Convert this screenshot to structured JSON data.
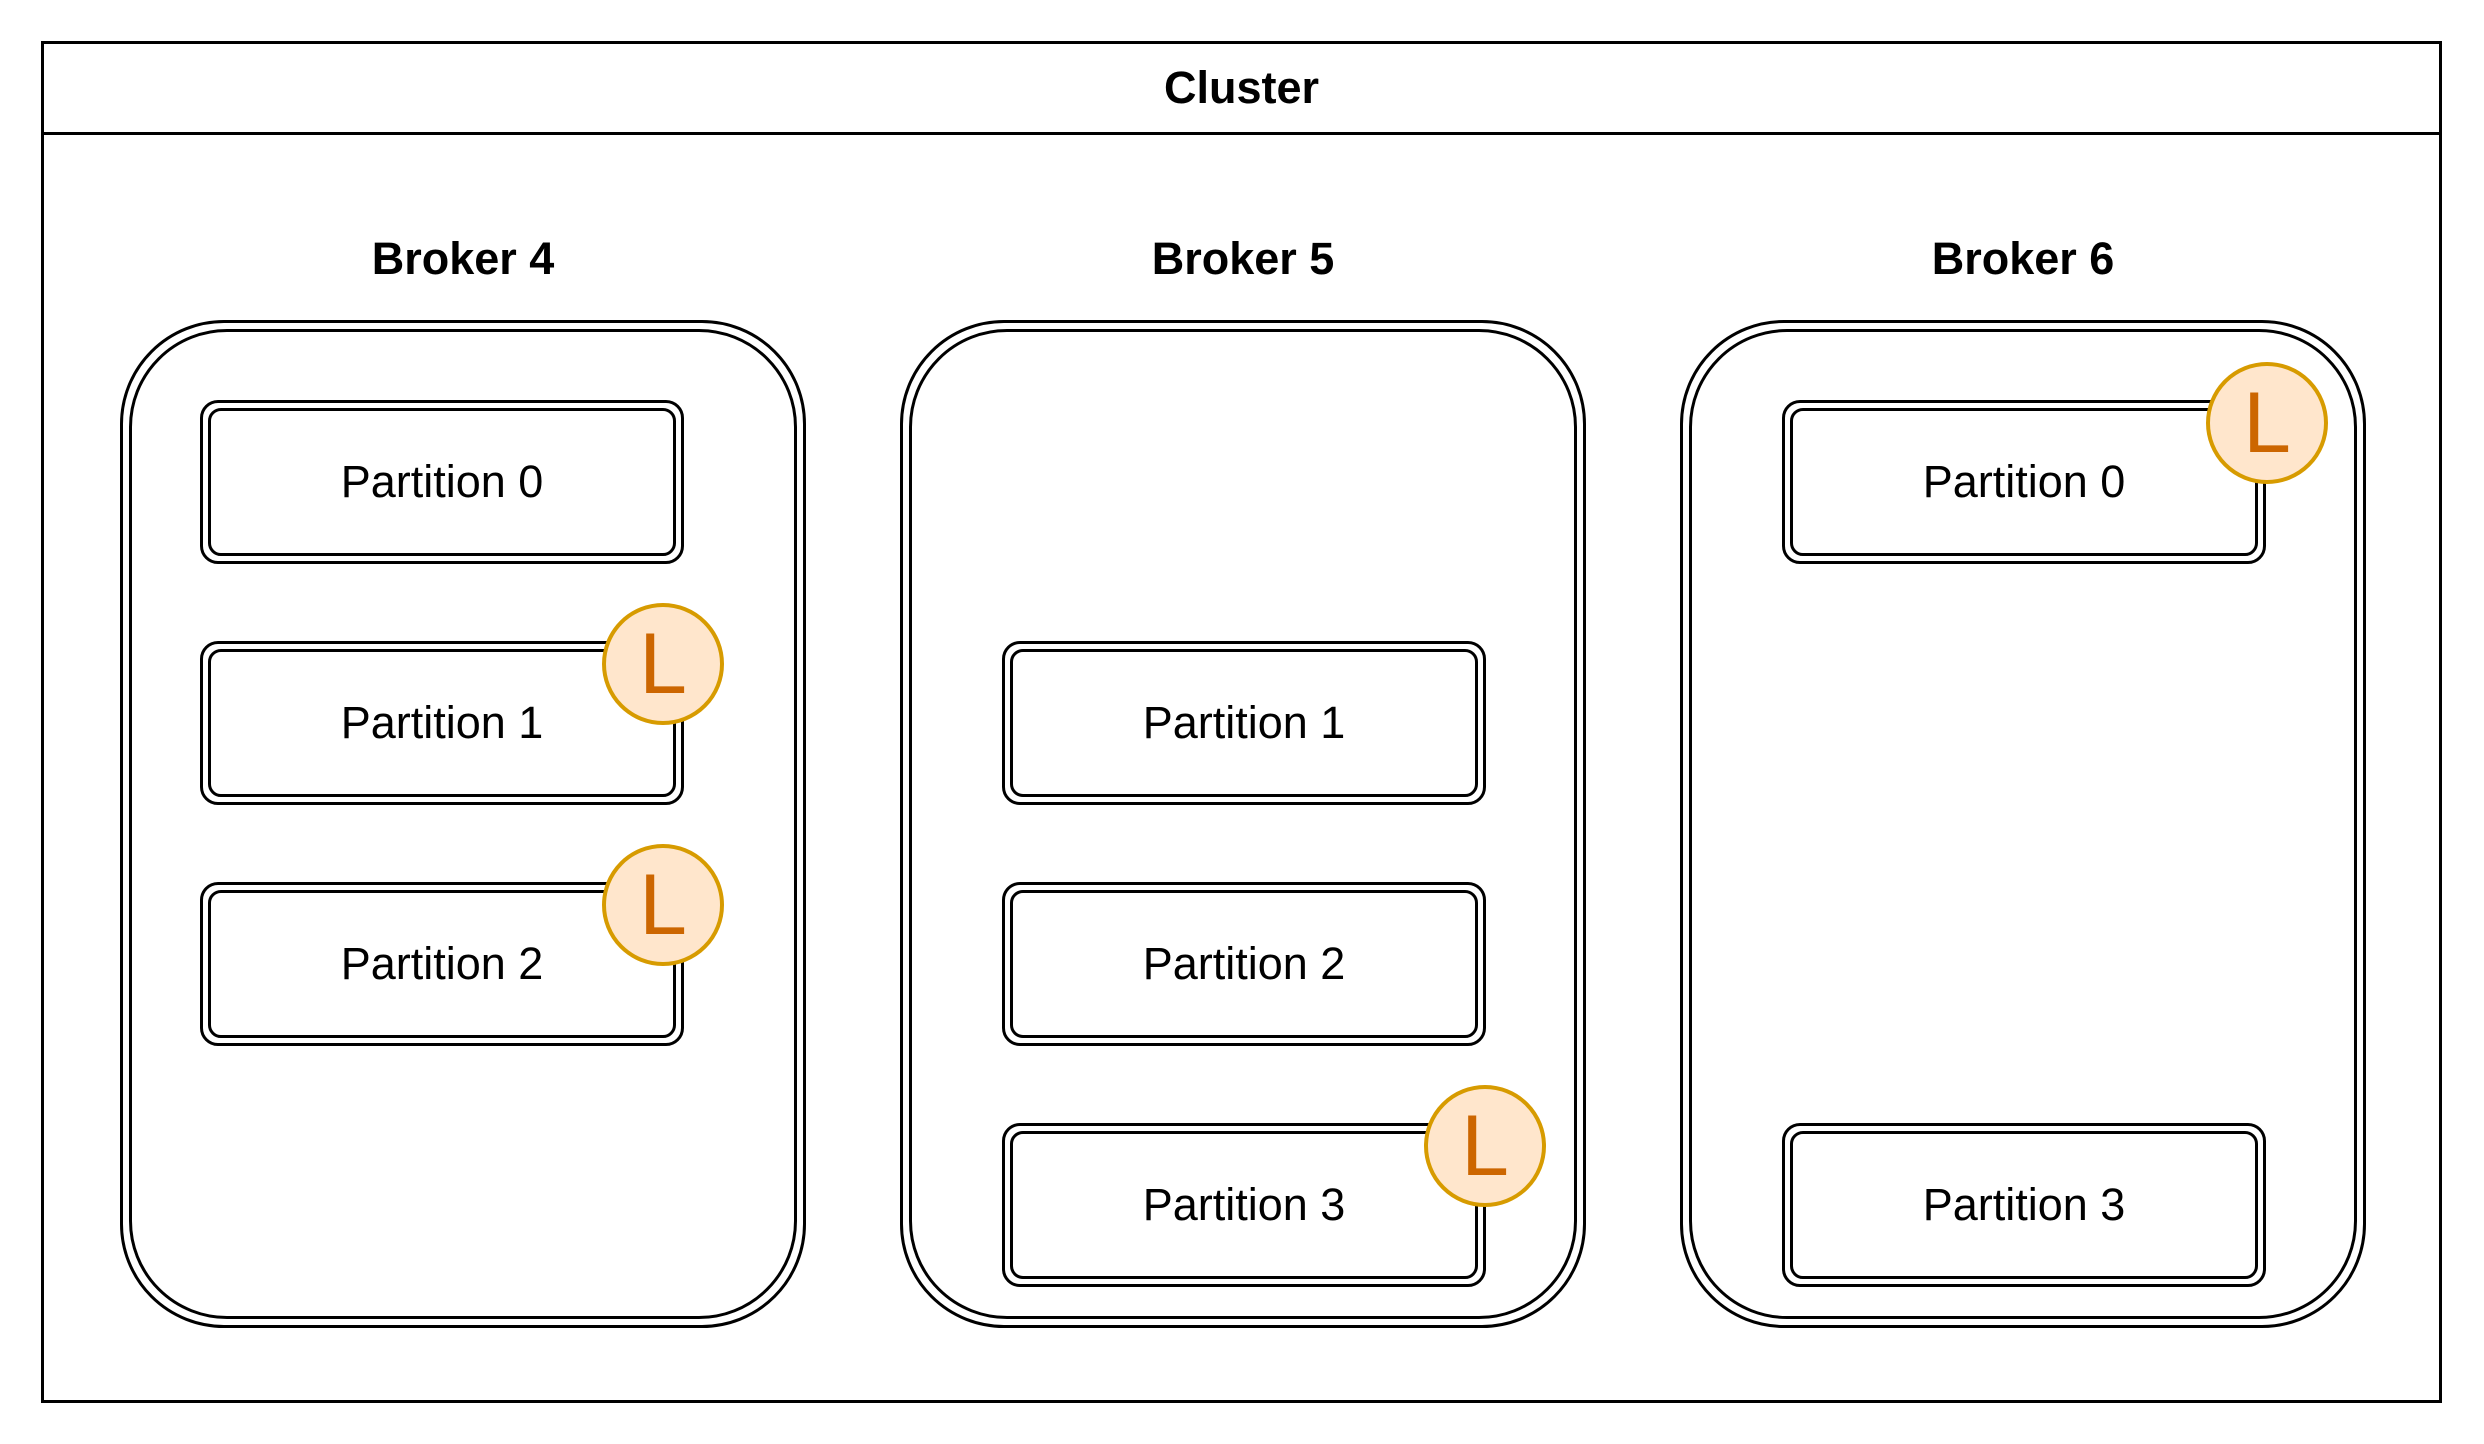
{
  "cluster": {
    "title": "Cluster"
  },
  "brokers": [
    {
      "title": "Broker 4",
      "partitions": [
        {
          "label": "Partition 0",
          "leader": false
        },
        {
          "label": "Partition 1",
          "leader": true
        },
        {
          "label": "Partition 2",
          "leader": true
        }
      ]
    },
    {
      "title": "Broker 5",
      "partitions": [
        {
          "label": "Partition 1",
          "leader": false
        },
        {
          "label": "Partition 2",
          "leader": false
        },
        {
          "label": "Partition 3",
          "leader": true
        }
      ]
    },
    {
      "title": "Broker 6",
      "partitions": [
        {
          "label": "Partition 0",
          "leader": true
        },
        {
          "label": "Partition 3",
          "leader": false
        }
      ]
    }
  ],
  "leader_badge": {
    "label": "L"
  },
  "colors": {
    "leader_fill": "#ffe6cc",
    "leader_stroke": "#d79b00",
    "leader_text": "#cc6600",
    "line": "#000000",
    "background": "#ffffff"
  }
}
